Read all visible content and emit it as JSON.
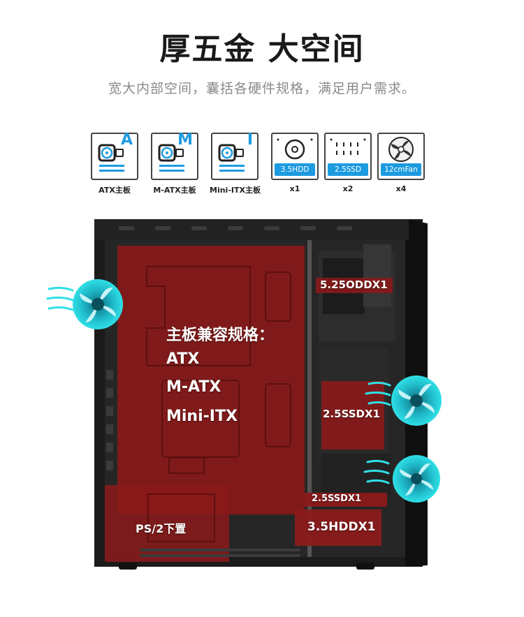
{
  "header": {
    "title": "厚五金 大空间",
    "subtitle": "宽大内部空间，囊括各硬件规格，满足用户需求。"
  },
  "icons": [
    {
      "letter": "A",
      "label": "ATX主板",
      "icon": "motherboard-icon"
    },
    {
      "letter": "M",
      "label": "M-ATX主板",
      "icon": "motherboard-icon"
    },
    {
      "letter": "I",
      "label": "Mini-ITX主板",
      "icon": "motherboard-icon"
    },
    {
      "tag": "3.5HDD",
      "label": "x1",
      "icon": "hdd-icon"
    },
    {
      "tag": "2.5SSD",
      "label": "x2",
      "icon": "ssd-icon"
    },
    {
      "tag": "12cmFan",
      "label": "x4",
      "icon": "fan-icon"
    }
  ],
  "overlays": {
    "motherboard_heading": "主板兼容规格：",
    "atx": "ATX",
    "matx": "M-ATX",
    "miniitx": "Mini-ITX",
    "odd": "5.25ODDX1",
    "ssd_upper": "2.5SSDX1",
    "ssd_lower": "2.5SSDX1",
    "hdd": "3.5HDDX1",
    "psu": "PS/2下置"
  },
  "colors": {
    "accent": "#1d9be0",
    "fan": "#2fe0e6",
    "highlight": "#8b1a1a",
    "case_body": "#1a1a1a"
  }
}
